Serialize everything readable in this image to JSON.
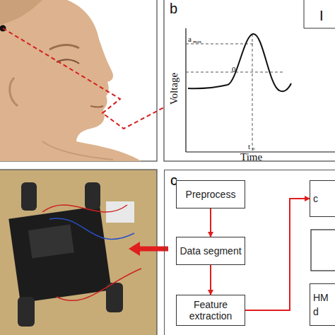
{
  "diagram": {
    "nodes": [
      {
        "text": [
          "c"
        ]
      },
      {
        "text": [
          "Preprocess"
        ],
        "in": 0
      },
      {
        "text": [
          "Data segment"
        ],
        "in": 0
      },
      {
        "text": [
          "Feature extraction"
        ],
        "in": 0
      },
      {
        "text": [
          "c"
        ],
        "in": 0
      },
      {
        "text": [
          "HM",
          "d"
        ],
        "in": 0
      }
    ],
    "edges": [
      {
        "from": 1,
        "to": 2,
        "arrow": "to"
      },
      {
        "from": 2,
        "to": 3,
        "arrow": "to"
      },
      {
        "from": 3,
        "to": 4,
        "arrow": "to"
      }
    ],
    "labels": [
      "b",
      "Voltage",
      "Time",
      "a",
      "max",
      "0",
      "t",
      "p",
      "I"
    ]
  }
}
